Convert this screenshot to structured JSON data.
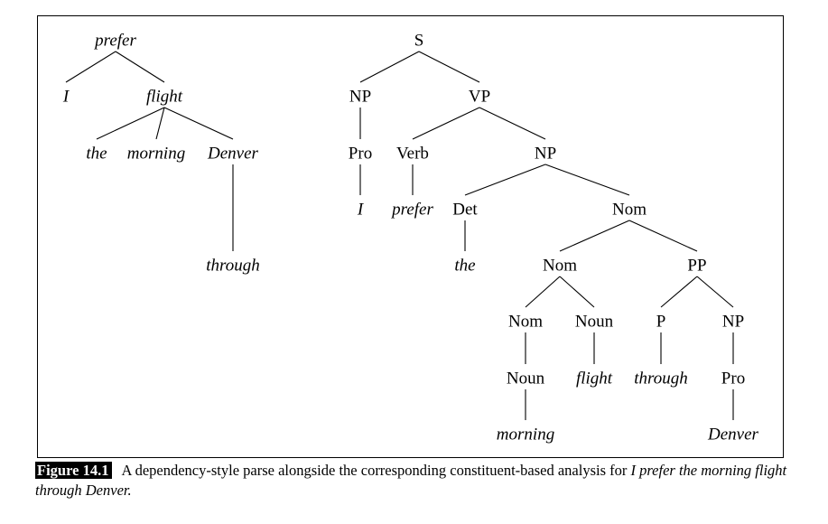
{
  "dependency_tree": {
    "nodes": [
      {
        "id": "prefer",
        "label": "prefer"
      },
      {
        "id": "I",
        "label": "I"
      },
      {
        "id": "flight",
        "label": "flight"
      },
      {
        "id": "the",
        "label": "the"
      },
      {
        "id": "morning",
        "label": "morning"
      },
      {
        "id": "Denver",
        "label": "Denver"
      },
      {
        "id": "through",
        "label": "through"
      }
    ],
    "edges": [
      [
        "prefer",
        "I"
      ],
      [
        "prefer",
        "flight"
      ],
      [
        "flight",
        "the"
      ],
      [
        "flight",
        "morning"
      ],
      [
        "flight",
        "Denver"
      ],
      [
        "Denver",
        "through"
      ]
    ]
  },
  "constituent_tree": {
    "nodes": [
      {
        "id": "S",
        "label": "S"
      },
      {
        "id": "NP1",
        "label": "NP"
      },
      {
        "id": "VP",
        "label": "VP"
      },
      {
        "id": "Pro1",
        "label": "Pro"
      },
      {
        "id": "I",
        "label": "I",
        "word": true
      },
      {
        "id": "Verb",
        "label": "Verb"
      },
      {
        "id": "prefer",
        "label": "prefer",
        "word": true
      },
      {
        "id": "NP2",
        "label": "NP"
      },
      {
        "id": "Det",
        "label": "Det"
      },
      {
        "id": "the",
        "label": "the",
        "word": true
      },
      {
        "id": "Nom1",
        "label": "Nom"
      },
      {
        "id": "Nom2",
        "label": "Nom"
      },
      {
        "id": "PP",
        "label": "PP"
      },
      {
        "id": "Nom3",
        "label": "Nom"
      },
      {
        "id": "Noun2",
        "label": "Noun"
      },
      {
        "id": "P",
        "label": "P"
      },
      {
        "id": "NP3",
        "label": "NP"
      },
      {
        "id": "Noun1",
        "label": "Noun"
      },
      {
        "id": "flight",
        "label": "flight",
        "word": true
      },
      {
        "id": "through",
        "label": "through",
        "word": true
      },
      {
        "id": "Pro2",
        "label": "Pro"
      },
      {
        "id": "morning",
        "label": "morning",
        "word": true
      },
      {
        "id": "Denver",
        "label": "Denver",
        "word": true
      }
    ],
    "edges": [
      [
        "S",
        "NP1"
      ],
      [
        "S",
        "VP"
      ],
      [
        "NP1",
        "Pro1"
      ],
      [
        "Pro1",
        "I"
      ],
      [
        "VP",
        "Verb"
      ],
      [
        "VP",
        "NP2"
      ],
      [
        "Verb",
        "prefer"
      ],
      [
        "NP2",
        "Det"
      ],
      [
        "NP2",
        "Nom1"
      ],
      [
        "Det",
        "the"
      ],
      [
        "Nom1",
        "Nom2"
      ],
      [
        "Nom1",
        "PP"
      ],
      [
        "Nom2",
        "Nom3"
      ],
      [
        "Nom2",
        "Noun2"
      ],
      [
        "PP",
        "P"
      ],
      [
        "PP",
        "NP3"
      ],
      [
        "Nom3",
        "Noun1"
      ],
      [
        "Noun1",
        "morning"
      ],
      [
        "Noun2",
        "flight"
      ],
      [
        "P",
        "through"
      ],
      [
        "NP3",
        "Pro2"
      ],
      [
        "Pro2",
        "Denver"
      ]
    ]
  },
  "caption": {
    "figure_label": "Figure 14.1",
    "text": "A dependency-style parse alongside the corresponding constituent-based analysis for",
    "italic_text": "I prefer the morning flight through Denver."
  }
}
